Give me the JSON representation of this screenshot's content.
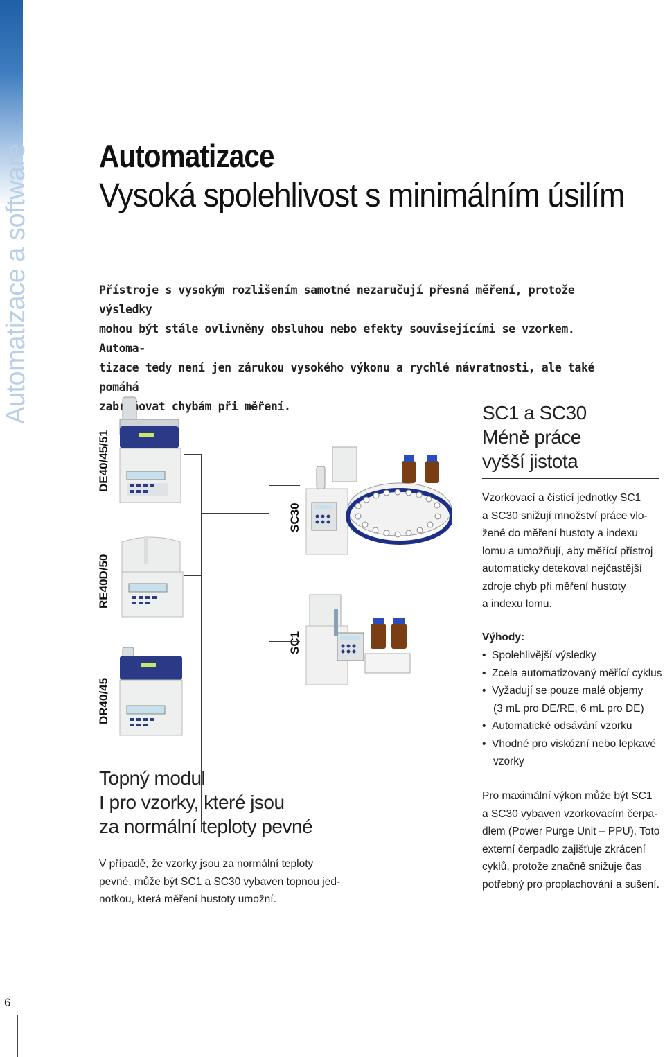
{
  "side_label": "Automatizace a software",
  "title": "Automatizace",
  "subtitle": "Vysoká spolehlivost s minimálním úsilím",
  "intro_lines": [
    "Přístroje s vysokým rozlišením samotné nezaručují přesná měření, protože výsledky",
    "mohou být stále ovlivněny obsluhou nebo efekty souvisejícími se vzorkem. Automa-",
    "tizace tedy není jen zárukou vysokého výkonu a rychlé návratnosti, ale také pomáhá",
    "zabraňovat chybám při měření."
  ],
  "instrument_labels": {
    "de": "DE40/45/51",
    "re": "RE40D/50",
    "dr": "DR40/45",
    "sc30": "SC30",
    "sc1": "SC1"
  },
  "right_heading": [
    "SC1 a SC30",
    "Méně práce",
    "vyšší jistota"
  ],
  "right_body_lines": [
    "Vzorkovací a čisticí jednotky SC1",
    "a SC30 snižují množství práce vlo-",
    "žené do měření hustoty a indexu",
    "lomu a umožňují, aby měřící přístroj",
    "automaticky detekoval nejčastější",
    "zdroje chyb při měření hustoty",
    "a indexu lomu."
  ],
  "advantages_title": "Výhody:",
  "advantages": [
    "Spolehlivější výsledky",
    "Zcela automatizovaný měřící cyklus",
    "Vyžadují se pouze malé objemy",
    "(3 mL pro DE/RE, 6 mL pro DE)",
    "Automatické odsávání vzorku",
    "Vhodné pro viskózní nebo lepkavé",
    "vzorky"
  ],
  "ppu_lines": [
    "Pro maximální výkon může být SC1",
    "a SC30 vybaven vzorkovacím čerpa-",
    "dlem (Power Purge Unit – PPU). Toto",
    "externí čerpadlo zajišťuje zkrácení",
    "cyklů, protože značně snižuje čas",
    "potřebný pro proplachování a sušení."
  ],
  "heat_heading": [
    "Topný modul",
    "I pro vzorky, které jsou",
    "za normální teploty pevné"
  ],
  "heat_body_lines": [
    "V případě, že vzorky jsou za normální teploty",
    "pevné, může být SC1 a SC30 vybaven topnou jed-",
    "notkou, která měření hustoty umožní."
  ],
  "page_number": "6"
}
